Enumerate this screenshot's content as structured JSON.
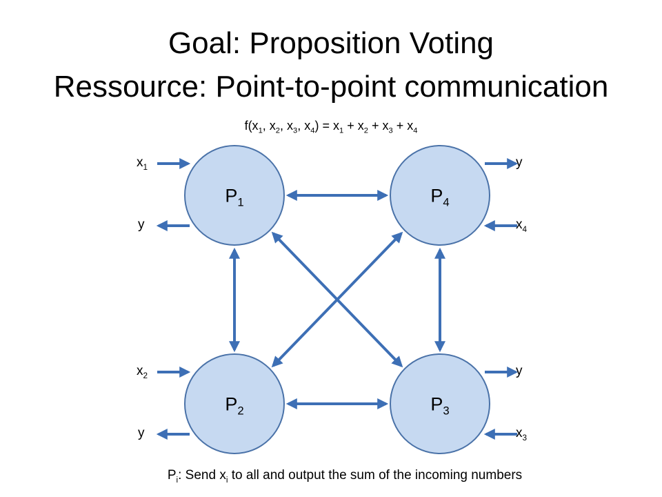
{
  "title": {
    "line1": "Goal: Proposition Voting",
    "line2": "Ressource: Point-to-point communication"
  },
  "formula": {
    "lhs_f": "f(x",
    "s1": "1",
    "c1": ", x",
    "s2": "2",
    "c2": ", x",
    "s3": "3",
    "c3": ", x",
    "s4": "4",
    "rhs": ") = x",
    "r1": "1",
    "p1": " + x",
    "r2": "2",
    "p2": " + x",
    "r3": "3",
    "p3": " + x",
    "r4": "4"
  },
  "nodes": {
    "p1": {
      "base": "P",
      "sub": "1"
    },
    "p2": {
      "base": "P",
      "sub": "2"
    },
    "p3": {
      "base": "P",
      "sub": "3"
    },
    "p4": {
      "base": "P",
      "sub": "4"
    }
  },
  "io": {
    "x1": {
      "base": "x",
      "sub": "1"
    },
    "y1": "y",
    "x2": {
      "base": "x",
      "sub": "2"
    },
    "y2": "y",
    "y4": "y",
    "x4": {
      "base": "x",
      "sub": "4"
    },
    "y3": "y",
    "x3": {
      "base": "x",
      "sub": "3"
    }
  },
  "caption": {
    "p": "P",
    "i1": "i",
    "mid": ": Send x",
    "i2": "i",
    "rest": " to all and output the sum of the incoming numbers"
  },
  "colors": {
    "node_fill": "#c6d9f1",
    "node_stroke": "#4a72a8",
    "arrow": "#3d6fb5"
  }
}
